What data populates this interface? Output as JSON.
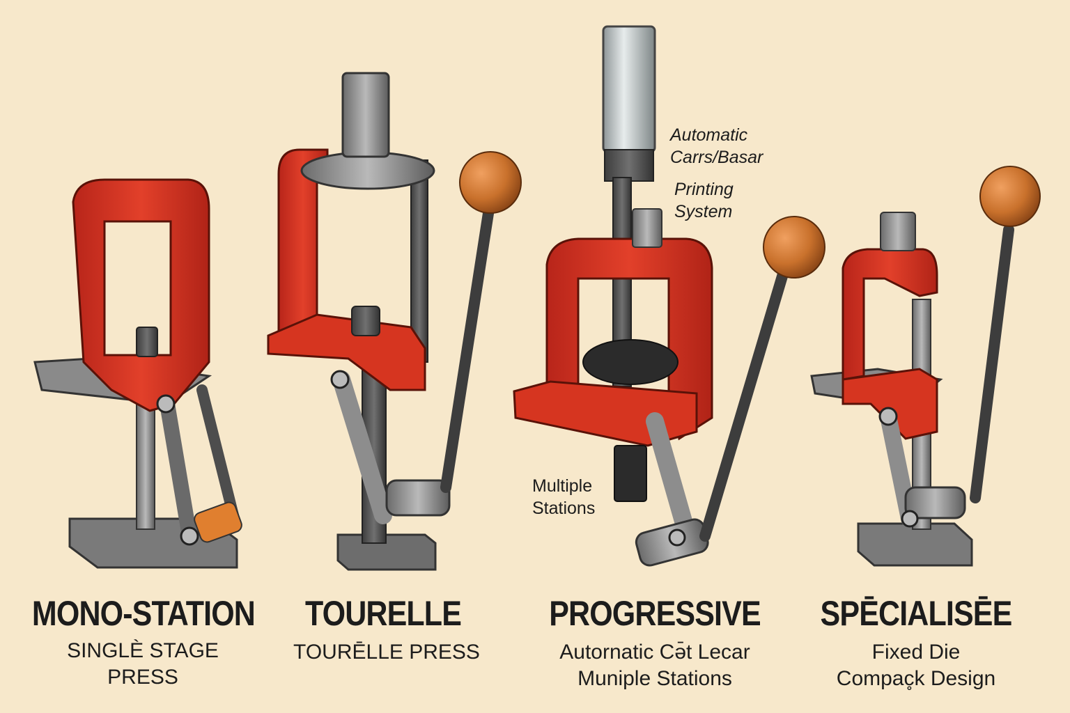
{
  "presses": [
    {
      "title": "MONO-STATION",
      "subtitle_lines": [
        "SINGLÈ STAGE",
        "PRESS"
      ]
    },
    {
      "title": "TOURELLE",
      "subtitle_lines": [
        "TOURĒLLE PRESS"
      ]
    },
    {
      "title": "PROGRESSIVE",
      "subtitle_lines": [
        "Autornatic Cə̄t Lecar",
        "Muniple Stations"
      ]
    },
    {
      "title": "SPĒCIALISĒE",
      "subtitle_lines": [
        "Fixed Die",
        "Compac̥k Design"
      ]
    }
  ],
  "annotations": {
    "automatic_lines": [
      "Automatic",
      "Carrs/Basar"
    ],
    "printing_lines": [
      "Printing",
      "System"
    ],
    "multiple_lines": [
      "Multiple",
      "Stations"
    ]
  },
  "colors": {
    "background": "#f7e8cb",
    "press_red": "#d8331f",
    "steel": "#8b8b8b",
    "knob_orange": "#c9712c"
  }
}
